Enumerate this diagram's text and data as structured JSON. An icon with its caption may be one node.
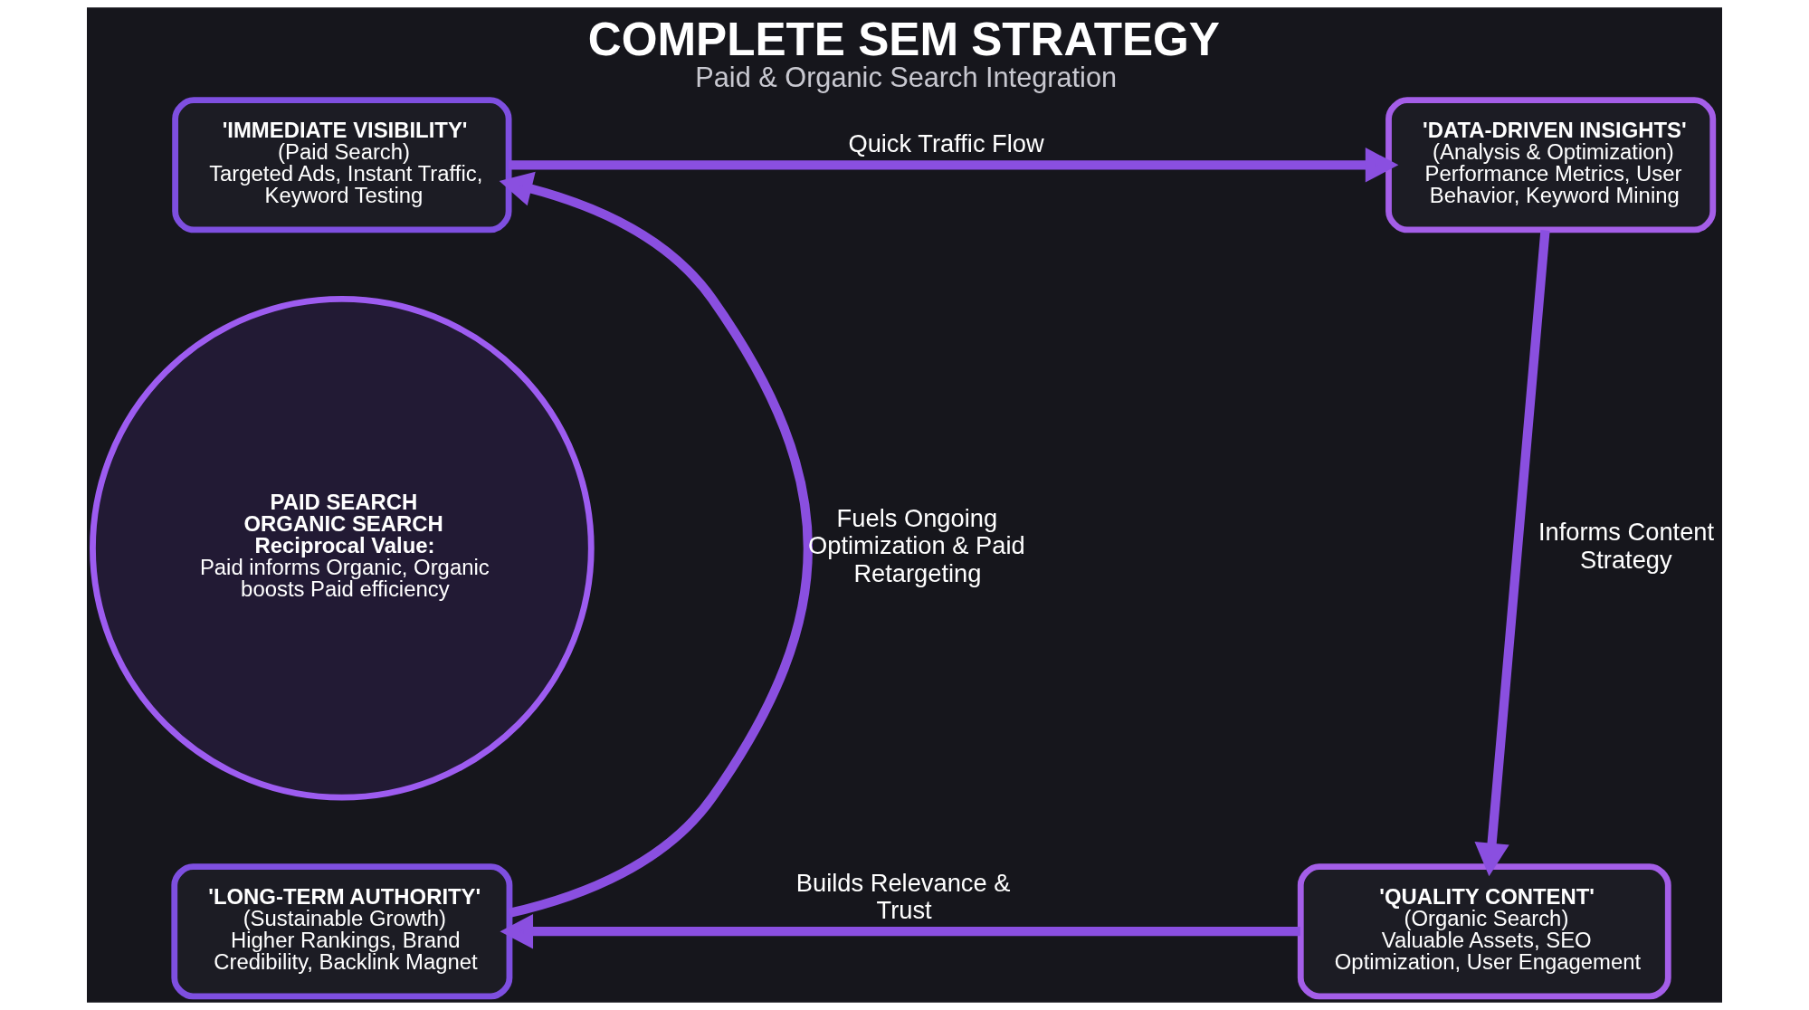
{
  "diagram": {
    "title": "COMPLETE SEM STRATEGY",
    "caption": "Paid & Organic Search Integration",
    "nodes": [
      {
        "text": [
          "'IMMEDIATE VISIBILITY'",
          "(Paid Search)",
          "Targeted Ads, Instant Traffic, Keyword Testing"
        ]
      },
      {
        "text": [
          "'DATA-DRIVEN INSIGHTS'",
          "(Analysis & Optimization)",
          "Performance Metrics, User Behavior, Keyword Mining"
        ]
      },
      {
        "text": [
          "PAID SEARCH",
          "ORGANIC SEARCH",
          "Reciprocal Value:",
          "Paid informs Organic, Organic boosts Paid efficiency"
        ]
      },
      {
        "text": [
          "'QUALITY CONTENT'",
          "(Organic Search)",
          "Valuable Assets, SEO Optimization, User Engagement"
        ]
      },
      {
        "text": [
          "'LONG-TERM AUTHORITY'",
          "(Sustainable Growth)",
          "Higher Rankings, Brand Credibility, Backlink Magnet"
        ]
      }
    ],
    "edges": [
      {
        "from": 0,
        "to": 1,
        "arrow": "to",
        "label": "Quick Traffic Flow"
      },
      {
        "from": 1,
        "to": 3,
        "arrow": "to",
        "label": "Informs Content Strategy"
      },
      {
        "from": 3,
        "to": 4,
        "arrow": "to",
        "label": "Builds Relevance & Trust"
      },
      {
        "from": 4,
        "to": 0,
        "arrow": "to",
        "label": "Fuels Ongoing Optimization & Paid Retargeting"
      }
    ]
  }
}
